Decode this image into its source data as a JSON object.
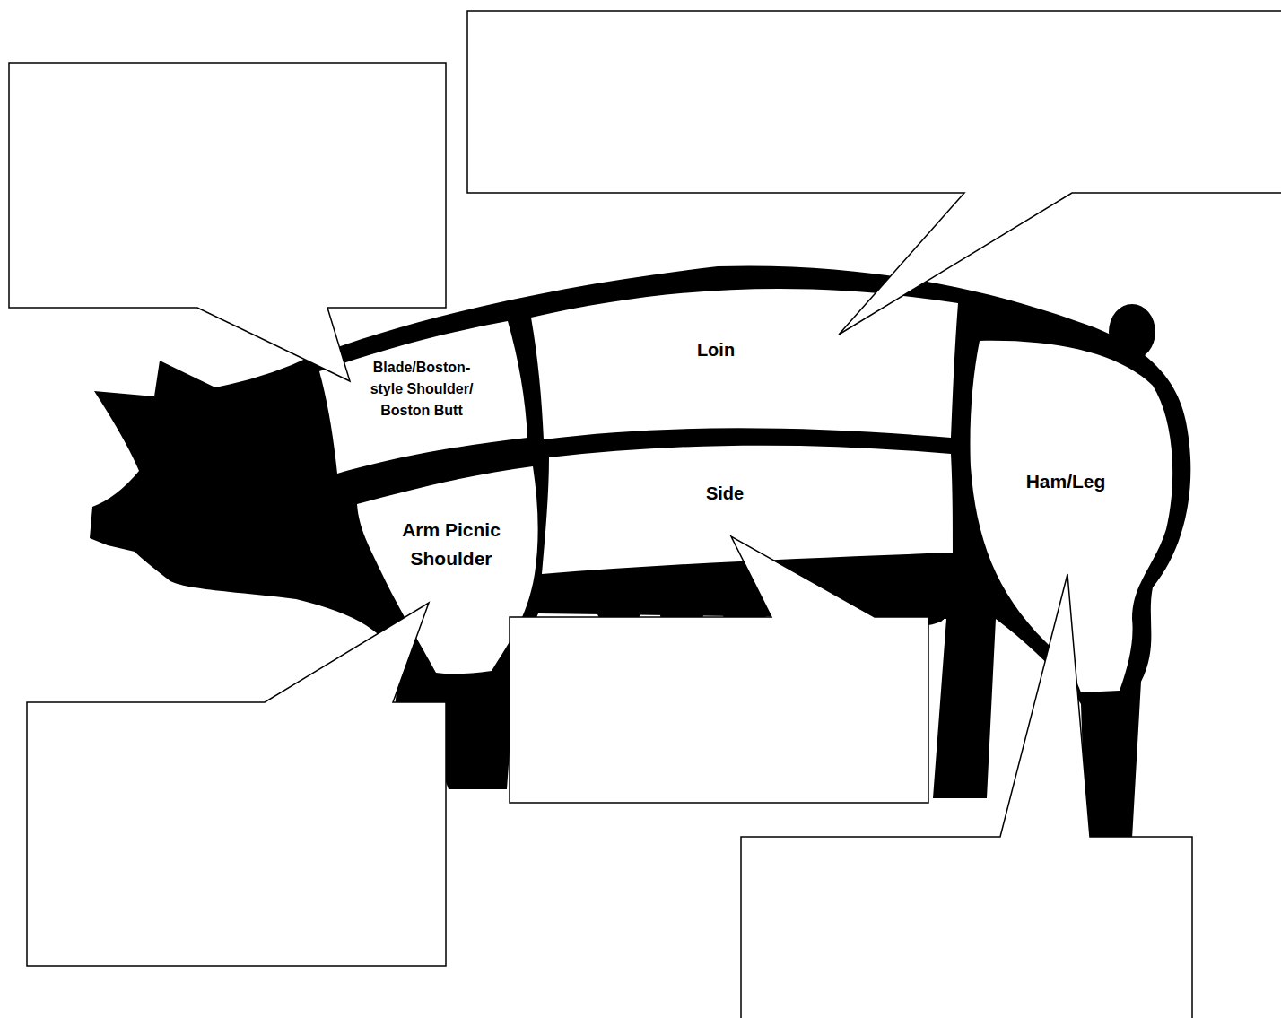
{
  "diagram": {
    "nodes": [
      {
        "text": [
          "Blade/Boston- style Shoulder/ Boston Butt"
        ]
      },
      {
        "text": [
          "Loin"
        ]
      },
      {
        "text": [
          "Arm Picnic Shoulder"
        ]
      },
      {
        "text": [
          "Side"
        ]
      },
      {
        "text": [
          "Ham/Leg"
        ]
      }
    ]
  }
}
